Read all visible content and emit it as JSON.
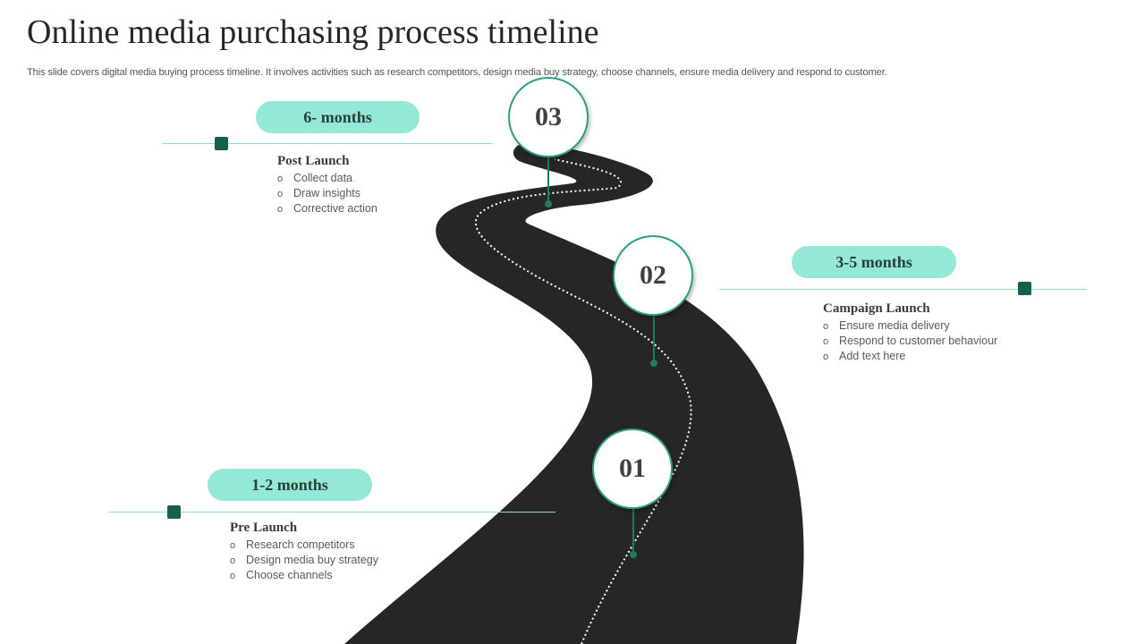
{
  "header": {
    "title": "Online media purchasing process timeline",
    "subtitle": "This slide covers digital media buying process timeline. It involves activities such as research competitors, design media buy strategy, choose channels, ensure media delivery and respond to customer."
  },
  "colors": {
    "road": "#262626",
    "accent_pill": "#93e9d6",
    "marker": "#145f4f",
    "connector": "#1f7a66",
    "circle_border": "#2e9e87"
  },
  "milestones": [
    {
      "number": "01",
      "period": "1-2 months",
      "heading": "Pre Launch",
      "items": [
        "Research competitors",
        "Design media buy strategy",
        "Choose channels"
      ]
    },
    {
      "number": "02",
      "period": "3-5 months",
      "heading": "Campaign Launch",
      "items": [
        "Ensure media delivery",
        "Respond to customer behaviour",
        "Add text here"
      ]
    },
    {
      "number": "03",
      "period": "6- months",
      "heading": "Post Launch",
      "items": [
        "Collect data",
        "Draw insights",
        "Corrective action"
      ]
    }
  ],
  "bullet_glyph": "o"
}
